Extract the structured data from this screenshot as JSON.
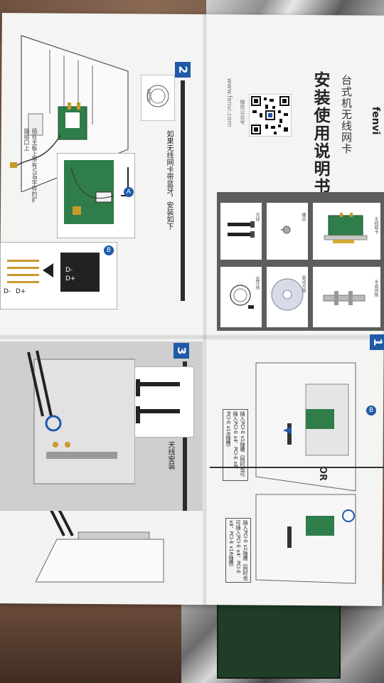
{
  "cover": {
    "title_main": "安装使用说明书",
    "title_sub": "台式机无线网卡",
    "website": "www.fenvi.com",
    "qr_label": "微信公众号"
  },
  "contents": {
    "items": [
      "无线网卡",
      "半高挡板",
      "天线",
      "驱动光盘",
      "蓝牙线",
      "螺丝"
    ]
  },
  "step2": {
    "number": "2",
    "instruction": "如果无线网卡带蓝牙，安装如下",
    "cable_label": "蓝牙线",
    "note": "插在主板上带有USB字样的扩展插口上",
    "circle_a": "A",
    "circle_b": "B",
    "pin_labels": [
      "D-",
      "D+"
    ],
    "header_labels": [
      "D-",
      "D+"
    ]
  },
  "step3": {
    "number": "3",
    "title": "天线安装"
  },
  "step1": {
    "number": "1",
    "note_1": "插入PCI-E x1插槽（同时也可插入PCI-E x4、PCI-E x8、PCI-E x16插槽）",
    "note_2": "插入PCI-E x1插槽（同时也可插入PCI-E x4、PCI-E x8、PCI-E x16插槽）",
    "or_label": "OR",
    "circle_b": "B"
  }
}
